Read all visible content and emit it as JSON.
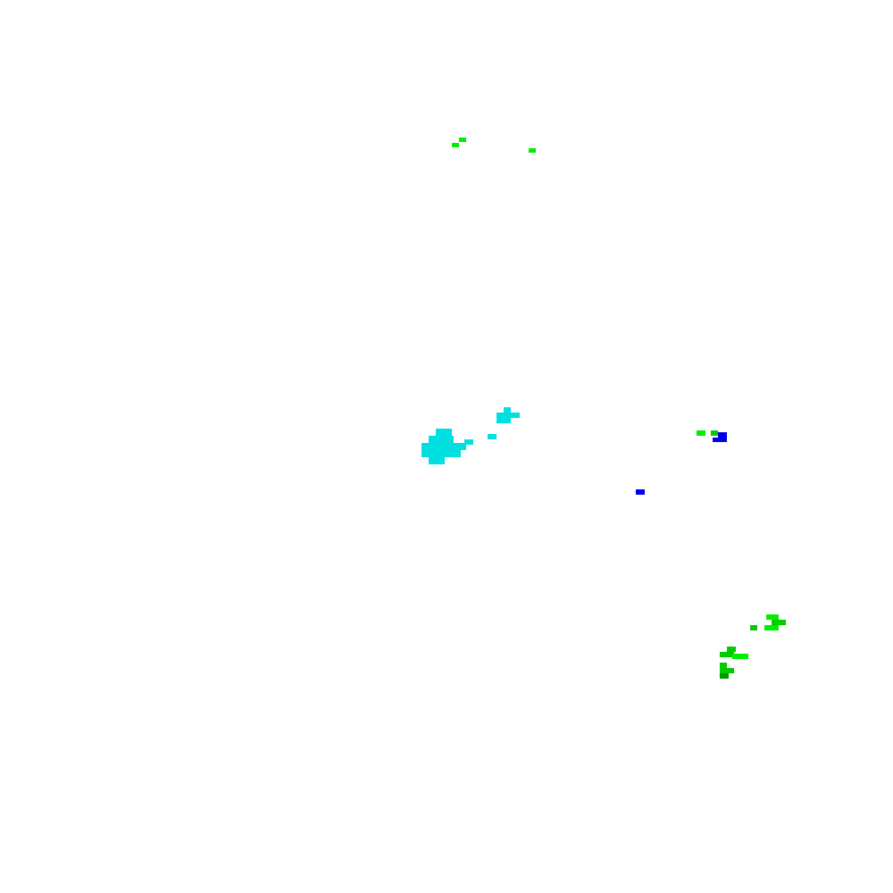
{
  "palette": {
    "background": "#ffffff",
    "bright_green": "#00ee00",
    "green": "#00cc00",
    "dark_green": "#009900",
    "cyan": "#00e0e0",
    "blue": "#0000ee"
  },
  "clusters": [
    {
      "name": "green-speckles-top",
      "color_key": "bright_green"
    },
    {
      "name": "cyan-blob-center",
      "color_key": "cyan"
    },
    {
      "name": "blue-green-speckles-right",
      "color_key": "blue"
    },
    {
      "name": "green-speckles-bottom-right",
      "color_key": "green"
    }
  ]
}
